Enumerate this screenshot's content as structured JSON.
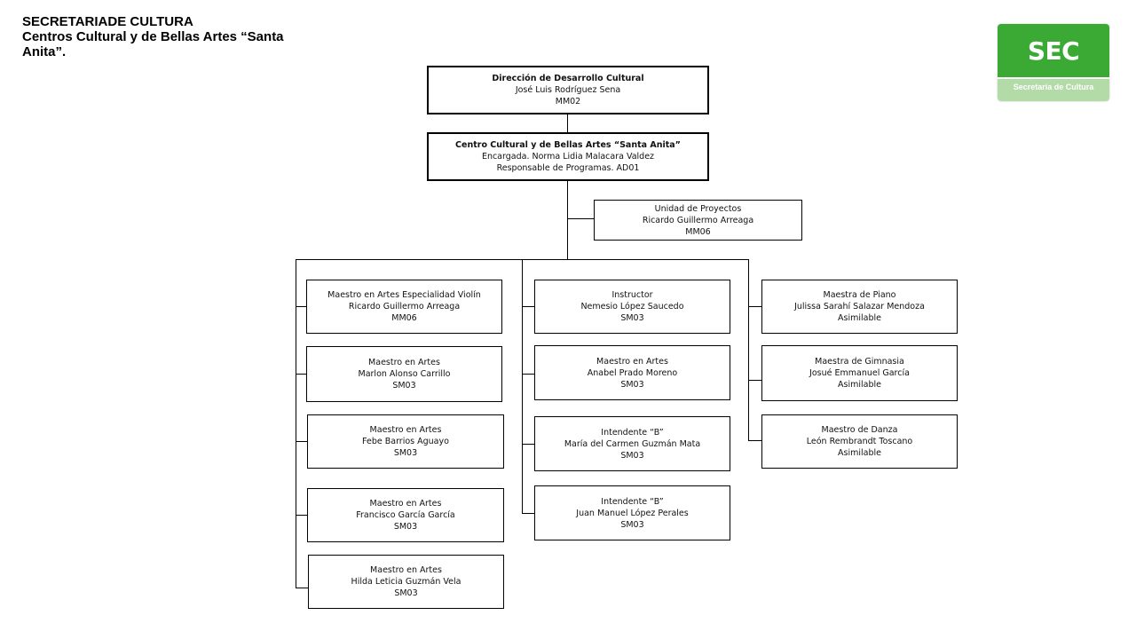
{
  "header": {
    "org": "SECRETARIADE CULTURA",
    "subtitle": "Centros Cultural y de Bellas Artes “Santa Anita”."
  },
  "logo": {
    "abbr": "SEC",
    "name": "Secretaría de Cultura"
  },
  "direccion": {
    "title": "Dirección  de Desarrollo Cultural",
    "name": "José Luis Rodríguez Sena",
    "code": "MM02"
  },
  "centro": {
    "title": "Centro Cultural  y de Bellas Artes “Santa Anita”",
    "line1": "Encargada.  Norma Lidia Malacara  Valdez",
    "line2": "Responsable de Programas.   AD01"
  },
  "unidad": {
    "title": "Unidad de Proyectos",
    "name": "Ricardo Guillermo Arreaga",
    "code": "MM06"
  },
  "col1": [
    {
      "title": "Maestro en Artes Especialidad Violín",
      "name": "Ricardo Guillermo Arreaga",
      "code": "MM06"
    },
    {
      "title": "Maestro en Artes",
      "name": "Marlon Alonso Carrillo",
      "code": "SM03"
    },
    {
      "title": "Maestro en Artes",
      "name": "Febe Barrios Aguayo",
      "code": "SM03"
    },
    {
      "title": "Maestro en Artes",
      "name": "Francisco García García",
      "code": "SM03"
    },
    {
      "title": "Maestro en Artes",
      "name": "Hilda Leticia Guzmán Vela",
      "code": "SM03"
    }
  ],
  "col2": [
    {
      "title": "Instructor",
      "name": "Nemesio López Saucedo",
      "code": "SM03"
    },
    {
      "title": "Maestro en Artes",
      "name": "Anabel Prado Moreno",
      "code": "SM03"
    },
    {
      "title": "Intendente  “B”",
      "name": "María del Carmen Guzmán Mata",
      "code": "SM03"
    },
    {
      "title": "Intendente  “B”",
      "name": "Juan Manuel López Perales",
      "code": "SM03"
    }
  ],
  "col3": [
    {
      "title": "Maestra de Piano",
      "name": "Julissa Sarahí Salazar Mendoza",
      "code": "Asimilable"
    },
    {
      "title": "Maestra de Gimnasia",
      "name": "Josué Emmanuel García",
      "code": "Asimilable"
    },
    {
      "title": "Maestro de Danza",
      "name": "León Rembrandt Toscano",
      "code": "Asimilable"
    }
  ]
}
